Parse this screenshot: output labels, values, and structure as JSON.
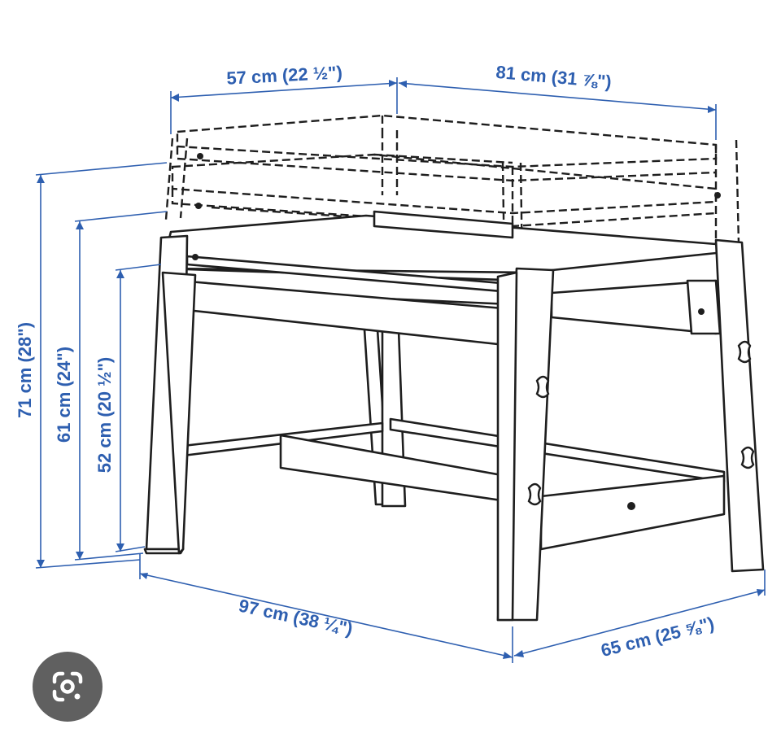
{
  "colors": {
    "dimension": "#2e5fb0",
    "outline": "#1e1e1e",
    "fill": "#ffffff",
    "lens_button": "#606060"
  },
  "dimensions": {
    "top_depth": "57 cm (22 ½\")",
    "top_width": "81 cm (31 ⅞\")",
    "height_max": "71 cm (28\")",
    "height_mid": "61 cm (24\")",
    "height_min": "52 cm (20 ½\")",
    "base_width": "97 cm (38 ¼\")",
    "base_depth": "65 cm (25 ⅝\")"
  },
  "icons": {
    "lens": "google-lens-icon"
  }
}
